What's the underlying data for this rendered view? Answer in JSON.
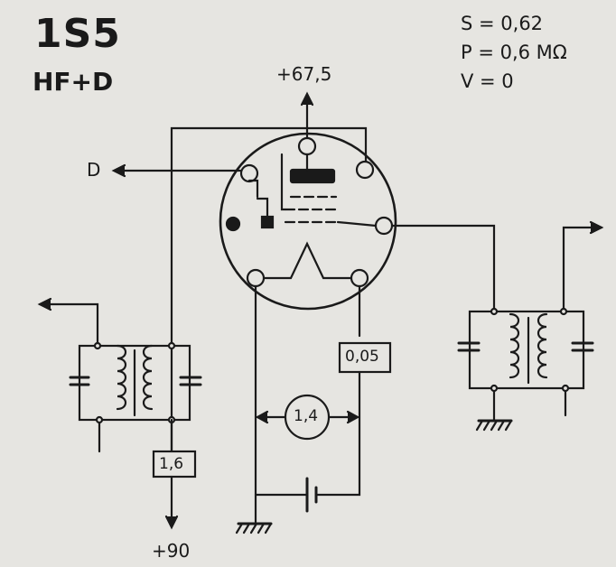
{
  "tube": {
    "title": "1S5",
    "subtitle": "HF+D"
  },
  "params": {
    "s": "S = 0,62",
    "p": "P = 0,6 MΩ",
    "v": "V = 0"
  },
  "supplies": {
    "screen": "+67,5",
    "anode": "+90"
  },
  "output": {
    "diode": "D"
  },
  "values": {
    "heater_resistor": "0,05",
    "anode_resistor": "1,6",
    "filament_voltage": "1,4"
  },
  "colors": {
    "ink": "#1a1a1a",
    "paper": "#e6e5e1"
  }
}
